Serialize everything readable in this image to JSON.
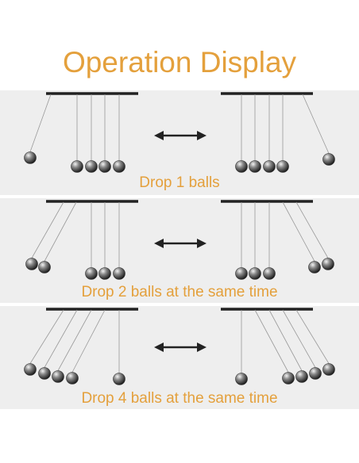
{
  "header": {
    "title": "Operation Display"
  },
  "panels": [
    {
      "caption": "Drop 1 balls"
    },
    {
      "caption": "Drop 2 balls at the same time"
    },
    {
      "caption": "Drop 4 balls at the same time"
    }
  ],
  "colors": {
    "accent": "#e4a03c",
    "panel_bg": "#eeeeee",
    "bar": "#222222"
  },
  "icons": [
    "double-arrow-icon",
    "pendulum-ball-icon"
  ]
}
